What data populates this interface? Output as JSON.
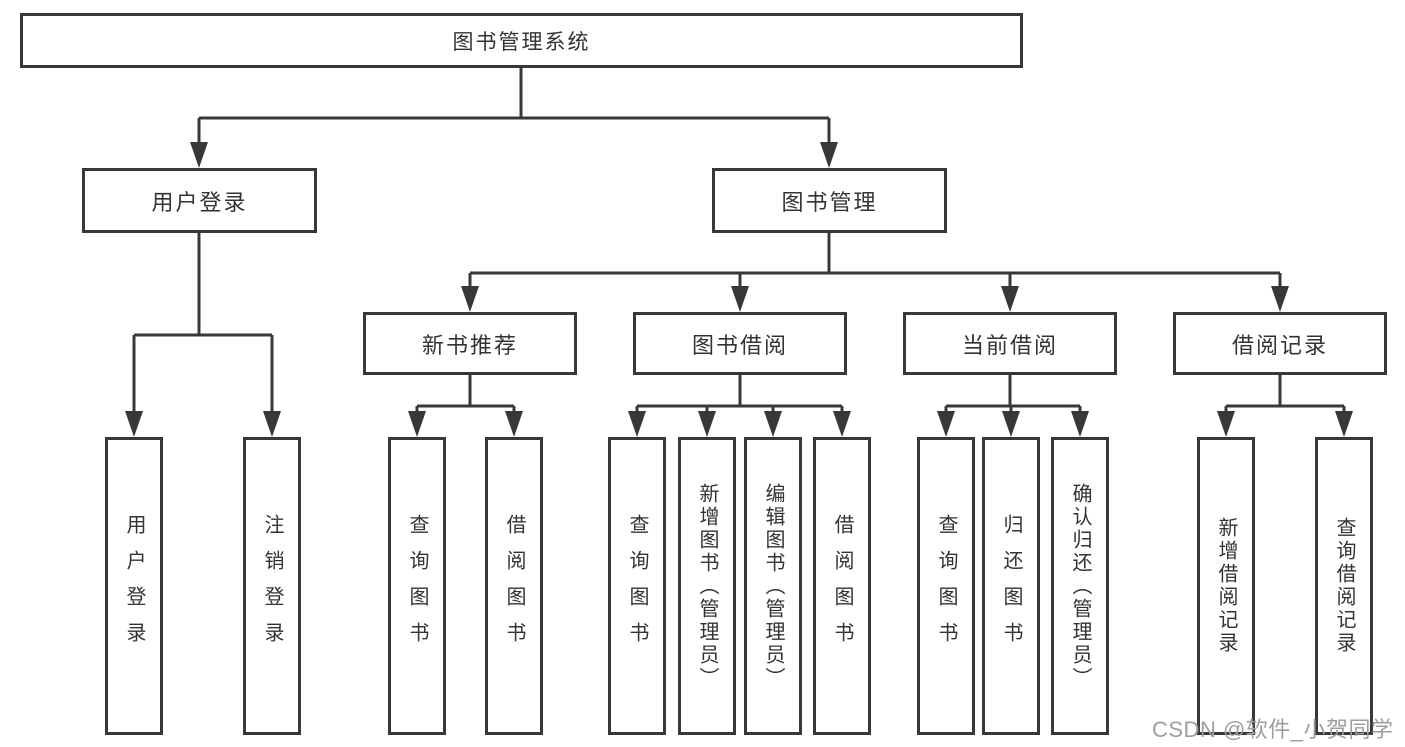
{
  "tree": {
    "label": "图书管理系统",
    "children": [
      {
        "label": "用户登录",
        "children": [
          {
            "label": "用户登录"
          },
          {
            "label": "注销登录"
          }
        ]
      },
      {
        "label": "图书管理",
        "children": [
          {
            "label": "新书推荐",
            "children": [
              {
                "label": "查询图书"
              },
              {
                "label": "借阅图书"
              }
            ]
          },
          {
            "label": "图书借阅",
            "children": [
              {
                "label": "查询图书"
              },
              {
                "label": "新增图书（管理员）"
              },
              {
                "label": "编辑图书（管理员）"
              },
              {
                "label": "借阅图书"
              }
            ]
          },
          {
            "label": "当前借阅",
            "children": [
              {
                "label": "查询图书"
              },
              {
                "label": "归还图书"
              },
              {
                "label": "确认归还（管理员）"
              }
            ]
          },
          {
            "label": "借阅记录",
            "children": [
              {
                "label": "新增借阅记录"
              },
              {
                "label": "查询借阅记录"
              }
            ]
          }
        ]
      }
    ]
  },
  "watermark": {
    "text": "CSDN @软件_小贺同学"
  },
  "colors": {
    "line": "#383838",
    "box_border": "#383838",
    "text": "#333333",
    "watermark": "#9e9e9e",
    "background": "#ffffff"
  }
}
